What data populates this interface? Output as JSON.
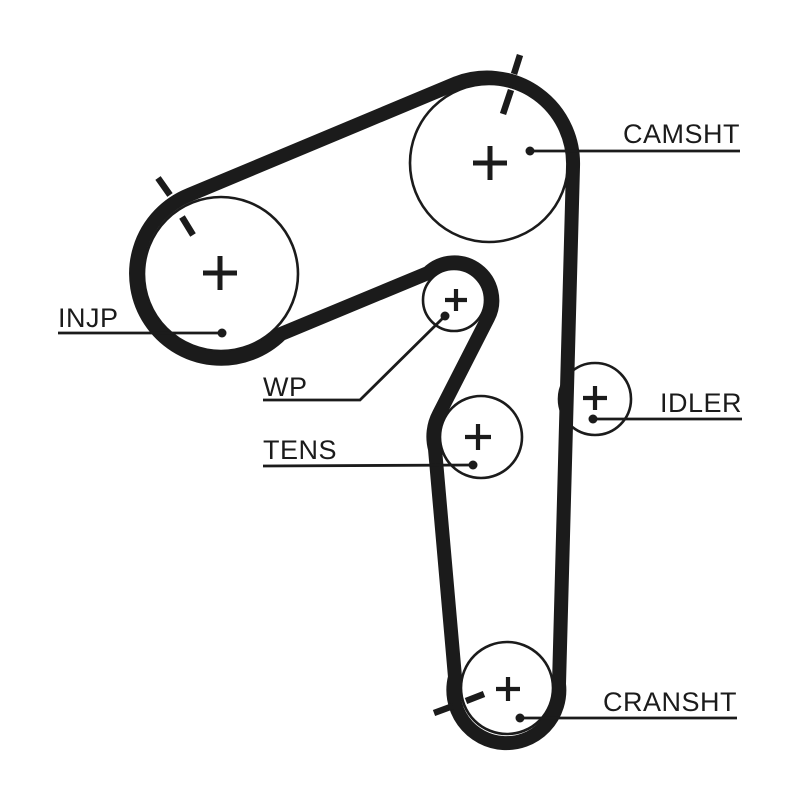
{
  "diagram": {
    "kind": "timing-belt-routing-diagram",
    "colors": {
      "ink": "#1b1b1b",
      "paper": "#ffffff"
    },
    "labels": {
      "camshaft": "CAMSHT",
      "injection_pump": "INJP",
      "water_pump": "WP",
      "tensioner": "TENS",
      "idler": "IDLER",
      "crankshaft": "CRANSHT"
    }
  }
}
